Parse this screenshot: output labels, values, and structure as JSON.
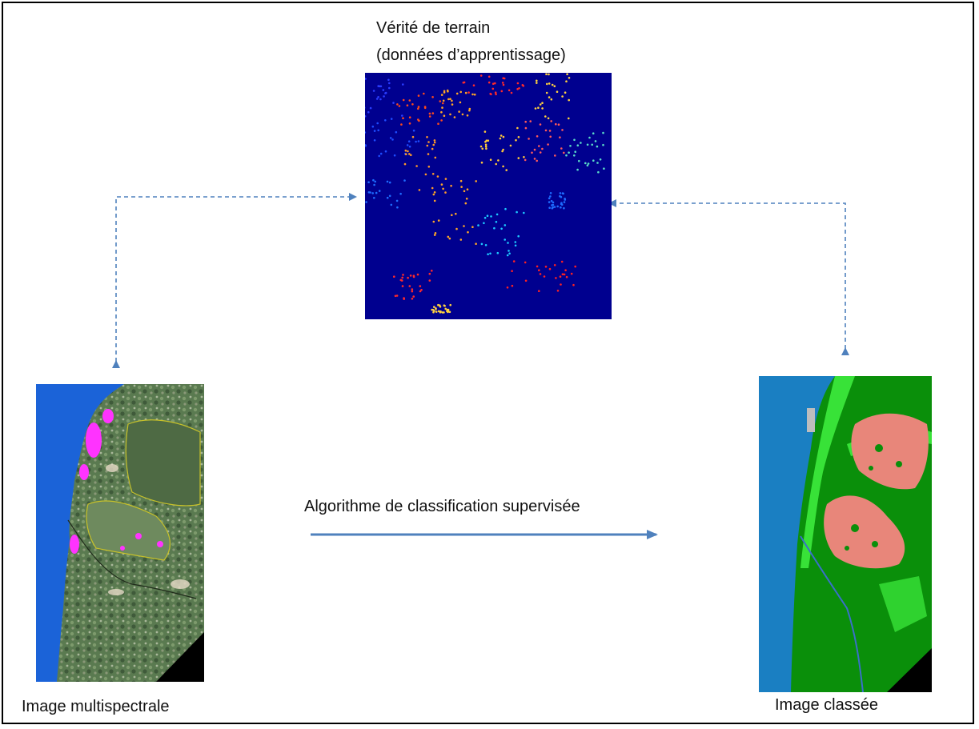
{
  "diagram": {
    "ground_truth_title_line1": "Vérité de terrain",
    "ground_truth_title_line2": "(données d’apprentissage)",
    "algorithm_label": "Algorithme de classification supervisée",
    "multispectral_label": "Image multispectrale",
    "classified_label": "Image classée"
  },
  "colors": {
    "border": "#000000",
    "arrow": "#4f81bd",
    "ground_truth_bg": "#00008f",
    "water": "#1b63d8",
    "classified_water": "#1a7fc2",
    "vegetation": "#0a8f0a",
    "light_vegetation": "#38e238",
    "crop_pink": "#e8867a"
  }
}
